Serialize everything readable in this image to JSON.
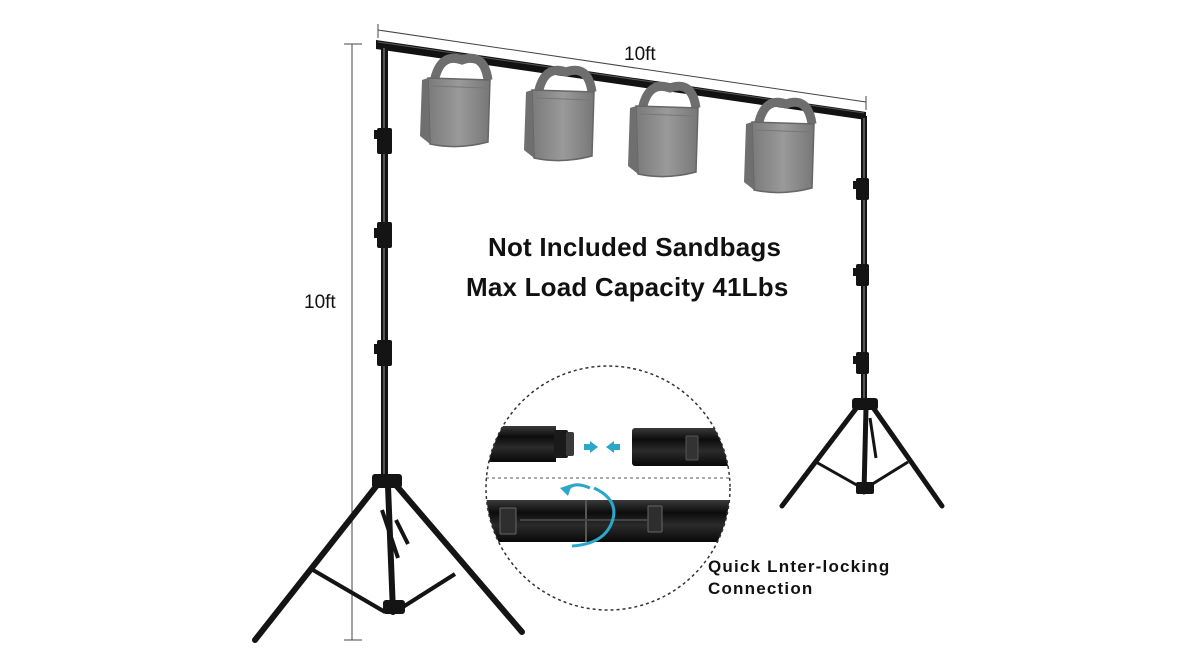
{
  "dimensions": {
    "width_label": "10ft",
    "height_label": "10ft"
  },
  "headline": {
    "line1": "Not Included Sandbags",
    "line2": "Max Load Capacity 41Lbs"
  },
  "caption": {
    "line1": "Quick Lnter-locking",
    "line2": "Connection"
  },
  "sandbag_count": 4,
  "colors": {
    "stand": "#141414",
    "sandbag": "#8a8a8a",
    "accent_arrow": "#2aa7c9"
  }
}
